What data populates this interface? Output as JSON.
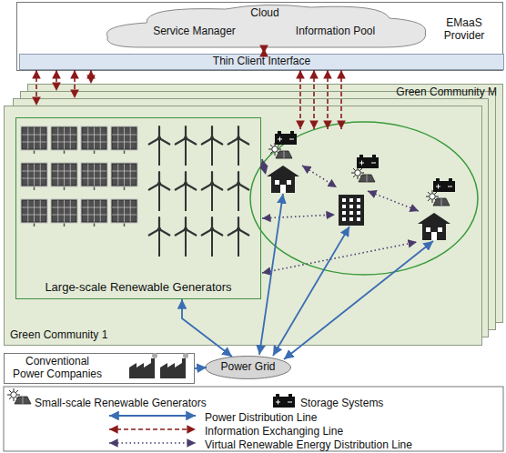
{
  "diagram": {
    "nodes": [
      {
        "text": [
          "EMaaS Provider"
        ]
      },
      {
        "text": [
          "Cloud"
        ],
        "in": 0
      },
      {
        "text": [
          "Service Manager"
        ],
        "in": 1
      },
      {
        "text": [
          "Information Pool"
        ],
        "in": 1
      },
      {
        "text": [
          "Thin Client Interface"
        ],
        "in": 0
      },
      {
        "text": [
          "Green Community M"
        ]
      },
      {
        "text": [
          "Green Community 1"
        ]
      },
      {
        "text": [
          "Large-scale Renewable Generators"
        ],
        "in": 6
      },
      {
        "text": [
          "Conventional Power Companies"
        ]
      },
      {
        "text": [
          "Power Grid"
        ]
      }
    ],
    "edges": [
      {
        "from": 1,
        "to": 4,
        "arrow": "both"
      },
      {
        "from": 4,
        "to": 5,
        "arrow": "both"
      },
      {
        "from": 4,
        "to": 6,
        "arrow": "both"
      },
      {
        "from": 7,
        "to": 9,
        "arrow": "both"
      },
      {
        "from": 8,
        "to": 9,
        "arrow": "to"
      }
    ],
    "legend": [
      {
        "text": "Small-scale Renewable Generators"
      },
      {
        "text": "Storage Systems"
      },
      {
        "text": "Power Distribution Line"
      },
      {
        "text": "Information Exchanging Line"
      },
      {
        "text": "Virtual Renewable Energy Distribution Line"
      }
    ]
  }
}
